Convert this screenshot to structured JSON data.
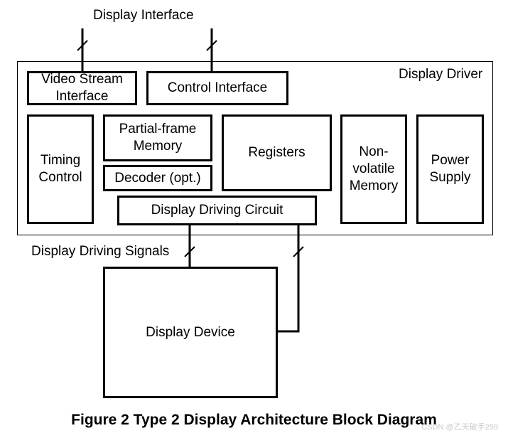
{
  "labels": {
    "display_interface": "Display Interface",
    "display_driver": "Display Driver",
    "display_driving_signals": "Display Driving Signals"
  },
  "blocks": {
    "video_stream_interface": "Video Stream\nInterface",
    "control_interface": "Control Interface",
    "timing_control": "Timing\nControl",
    "partial_frame_memory": "Partial-frame\nMemory",
    "decoder": "Decoder (opt.)",
    "registers": "Registers",
    "non_volatile_memory": "Non-\nvolatile\nMemory",
    "power_supply": "Power\nSupply",
    "display_driving_circuit": "Display Driving Circuit",
    "display_device": "Display Device"
  },
  "caption": "Figure 2 Type 2 Display Architecture Block Diagram",
  "watermark": "CSDN @乙天破手259"
}
